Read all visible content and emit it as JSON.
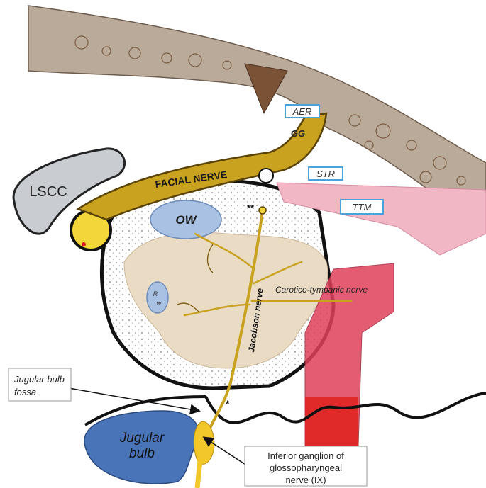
{
  "labels": {
    "aer": "AER",
    "gg": "GG",
    "str": "STR",
    "ttm": "TTM",
    "lscc": "LSCC",
    "facial_nerve": "FACIAL NERVE",
    "ow": "OW",
    "rw_r": "R",
    "rw_w": "w",
    "double_asterisk": "**",
    "asterisk": "*",
    "carotico_tympanic": "Carotico-tympanic nerve",
    "jacobson": "Jacobson nerve",
    "jugular_bulb_fossa_1": "Jugular bulb",
    "jugular_bulb_fossa_2": "fossa",
    "jugular_bulb_1": "Jugular",
    "jugular_bulb_2": "bulb",
    "inferior_ganglion_1": "Inferior ganglion of",
    "inferior_ganglion_2": "glossopharyngeal",
    "inferior_ganglion_3": "nerve (IX)"
  },
  "colors": {
    "bone": "#b9aa9a",
    "bone_dark": "#8a6d58",
    "nerve": "#c9a320",
    "nerve_dark": "#8a6a10",
    "promontory": "#eadbc4",
    "window_blue": "#a9c1e3",
    "jugular_blue": "#4a74b8",
    "carotid_red": "#e0405a",
    "muscle_pink": "#f2b7c5",
    "lscc_gray": "#c9cdd2",
    "label_box_border": "#4aa3d8"
  }
}
